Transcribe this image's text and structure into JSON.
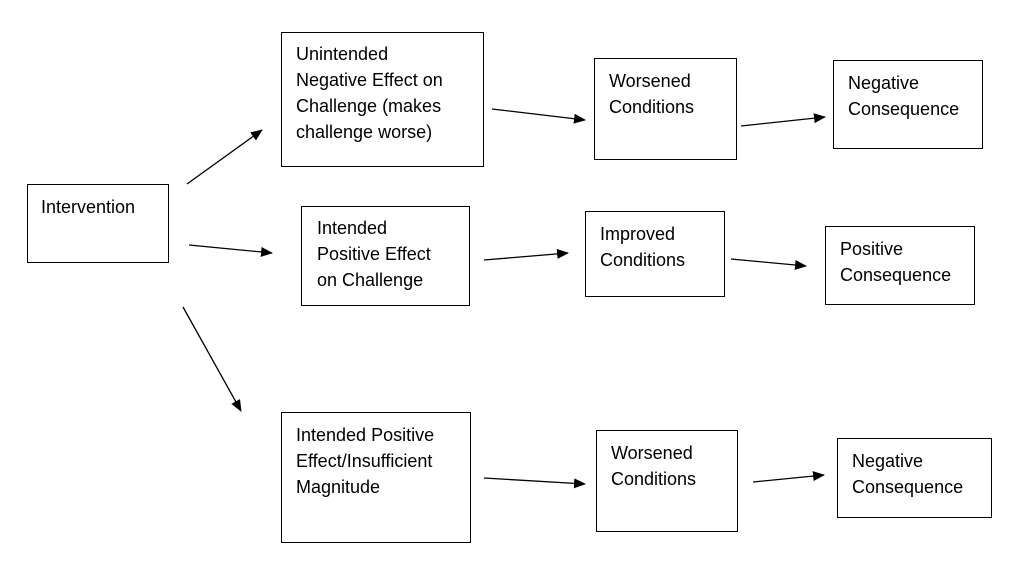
{
  "nodes": {
    "intervention": "Intervention",
    "unintended_negative": "Unintended\nNegative Effect on\nChallenge (makes\nchallenge worse)",
    "worsened_1": "Worsened\nConditions",
    "negative_1": "Negative\nConsequence",
    "intended_positive": "Intended\nPositive Effect\non Challenge",
    "improved": "Improved\nConditions",
    "positive": "Positive\nConsequence",
    "insufficient": "Intended Positive\nEffect/Insufficient\nMagnitude",
    "worsened_2": "Worsened\nConditions",
    "negative_2": "Negative\nConsequence"
  },
  "edges": [
    {
      "from": "intervention",
      "to": "unintended_negative"
    },
    {
      "from": "intervention",
      "to": "intended_positive"
    },
    {
      "from": "intervention",
      "to": "insufficient"
    },
    {
      "from": "unintended_negative",
      "to": "worsened_1"
    },
    {
      "from": "worsened_1",
      "to": "negative_1"
    },
    {
      "from": "intended_positive",
      "to": "improved"
    },
    {
      "from": "improved",
      "to": "positive"
    },
    {
      "from": "insufficient",
      "to": "worsened_2"
    },
    {
      "from": "worsened_2",
      "to": "negative_2"
    }
  ]
}
